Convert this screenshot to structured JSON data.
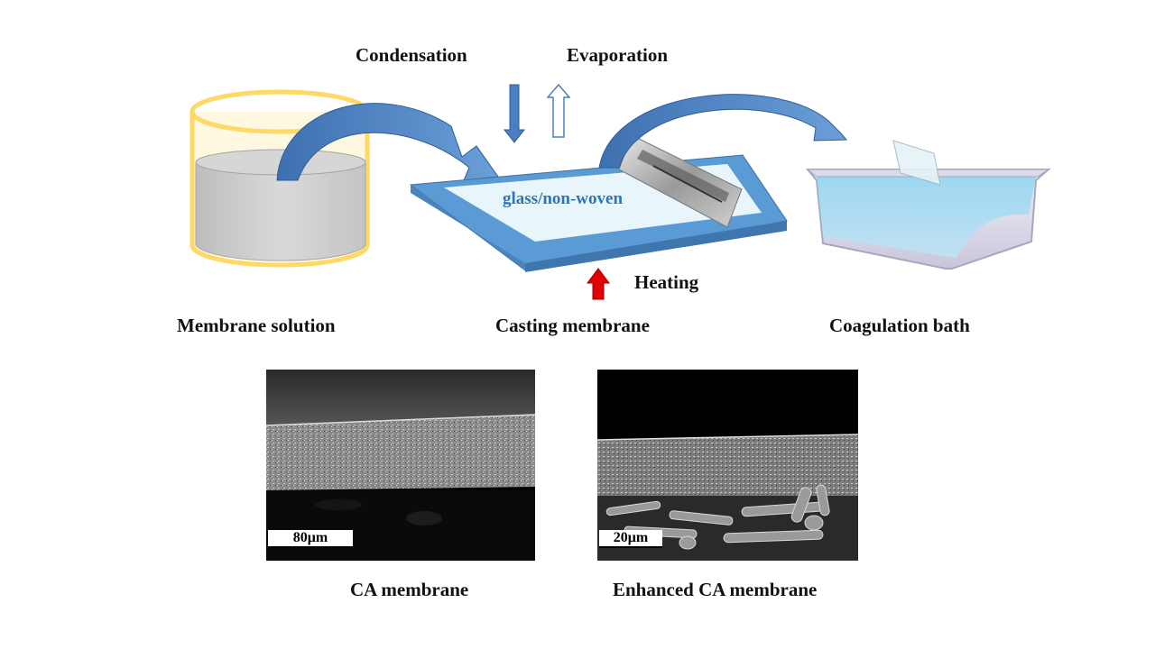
{
  "labels": {
    "condensation": "Condensation",
    "evaporation": "Evaporation",
    "substrate": "glass/non-woven",
    "heating": "Heating",
    "membrane_solution": "Membrane solution",
    "casting_membrane": "Casting membrane",
    "coagulation_bath": "Coagulation bath",
    "ca_membrane": "CA membrane",
    "enhanced_ca_membrane": "Enhanced CA membrane"
  },
  "micrographs": {
    "left_scale": "80μm",
    "right_scale": "20μm"
  },
  "colors": {
    "arrow_blue": "#4a7fc1",
    "plate_blue": "#5b9bd5",
    "plate_inner": "#e8f6fc",
    "beaker_rim": "#ffd966",
    "solution_gray": "#cfcfcf",
    "heating_red": "#e00000",
    "substrate_text": "#2e75b6"
  }
}
